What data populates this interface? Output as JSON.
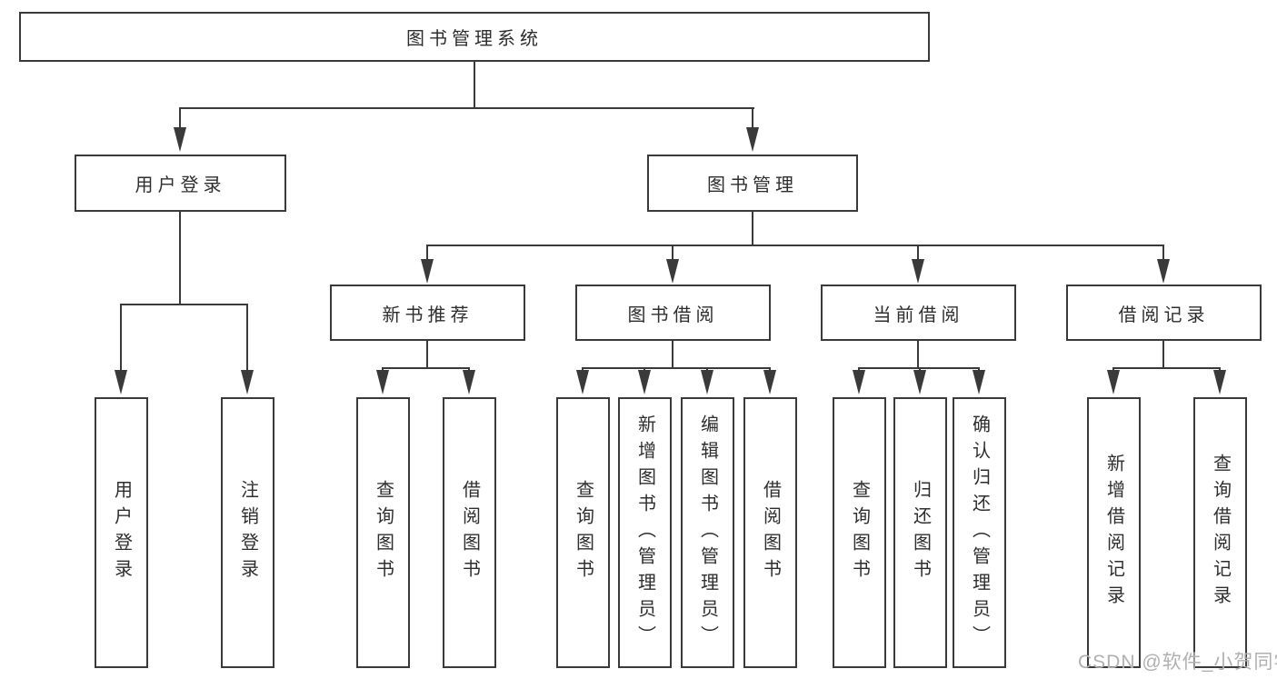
{
  "colors": {
    "line": "#3a3a3a",
    "box_border": "#3a3a3a",
    "box_background": "#ffffff",
    "text": "#2e2e2e",
    "watermark_text": "#b0b0b0"
  },
  "tree": {
    "root": "图书管理系统",
    "branches": [
      {
        "label": "用户登录",
        "children": [
          "用户登录",
          "注销登录"
        ]
      },
      {
        "label": "图书管理",
        "children": [
          {
            "label": "新书推荐",
            "children": [
              "查询图书",
              "借阅图书"
            ]
          },
          {
            "label": "图书借阅",
            "children": [
              "查询图书",
              "新增图书（管理员）",
              "编辑图书（管理员）",
              "借阅图书"
            ]
          },
          {
            "label": "当前借阅",
            "children": [
              "查询图书",
              "归还图书",
              "确认归还（管理员）"
            ]
          },
          {
            "label": "借阅记录",
            "children": [
              "新增借阅记录",
              "查询借阅记录"
            ]
          }
        ]
      }
    ]
  },
  "watermark": "CSDN @软件_小贺同学"
}
